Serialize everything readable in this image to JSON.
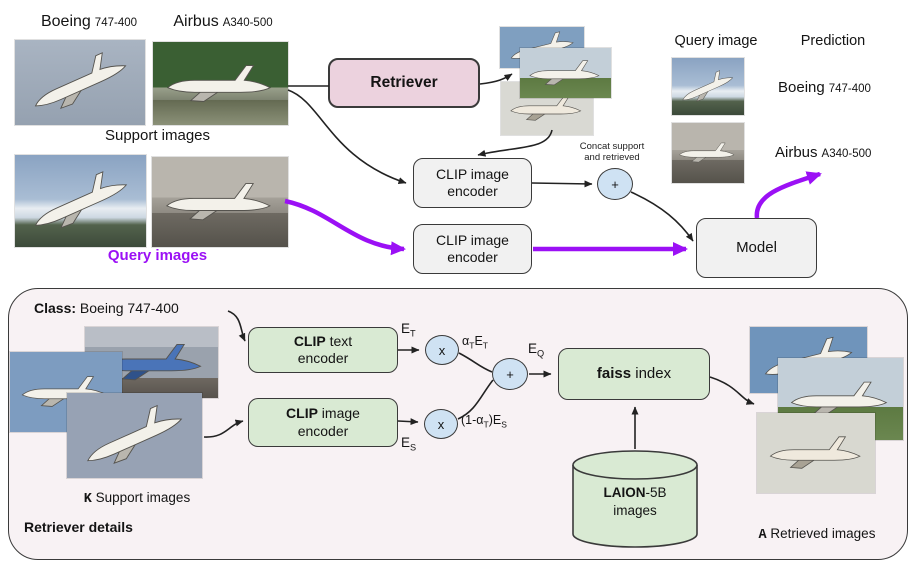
{
  "colors": {
    "accent_purple": "#9b10f5",
    "retriever_pink": "#ecd2de",
    "encoder_gray": "#f1f1f1",
    "detail_green": "#d9ead3",
    "circle_blue": "#cfe2f3",
    "panel_bg": "#f8f2f4",
    "arrow_black": "#222222"
  },
  "top": {
    "support_class_1": {
      "name": "Boeing",
      "variant": "747-400"
    },
    "support_class_2": {
      "name": "Airbus",
      "variant": "A340-500"
    },
    "support_caption": "Support images",
    "query_caption": "Query images",
    "retriever_label": "Retriever",
    "encoder1": {
      "line1": "CLIP image",
      "line2": "encoder"
    },
    "encoder2": {
      "line1": "CLIP image",
      "line2": "encoder"
    },
    "concat_note": {
      "line1": "Concat support",
      "line2": "and retrieved"
    },
    "plus": "+",
    "model_label": "Model",
    "results": {
      "query_header": "Query image",
      "prediction_header": "Prediction",
      "prediction_1": {
        "name": "Boeing",
        "variant": "747-400"
      },
      "prediction_2": {
        "name": "Airbus",
        "variant": "A340-500"
      }
    }
  },
  "detail": {
    "panel_title": "Retriever details",
    "class_label": "Class:",
    "class_value": " Boeing 747-400",
    "support_caption": {
      "mono": "K",
      "rest": " Support images"
    },
    "retrieved_caption": {
      "mono": "A",
      "rest": " Retrieved images"
    },
    "text_encoder": {
      "bold": "CLIP",
      "rest": " text",
      "line2": "encoder"
    },
    "image_encoder": {
      "bold": "CLIP",
      "rest": " image",
      "line2": "encoder"
    },
    "faiss": {
      "bold": "faiss",
      "rest": " index"
    },
    "laion": {
      "bold": "LAION",
      "rest": "-5B",
      "line2": "images"
    },
    "times": "x",
    "plus": "+",
    "labels": {
      "et": [
        {
          "t": "E"
        },
        {
          "s": "T"
        }
      ],
      "es": [
        {
          "t": "E"
        },
        {
          "s": "S"
        }
      ],
      "eq": [
        {
          "t": "E"
        },
        {
          "s": "Q"
        }
      ],
      "alpha_et": [
        {
          "t": "α"
        },
        {
          "s": "T"
        },
        {
          "t": "E"
        },
        {
          "s": "T"
        }
      ],
      "one_minus_alpha_es": [
        {
          "t": "(1-α"
        },
        {
          "s": "T"
        },
        {
          "t": ")E"
        },
        {
          "s": "S"
        }
      ]
    }
  }
}
